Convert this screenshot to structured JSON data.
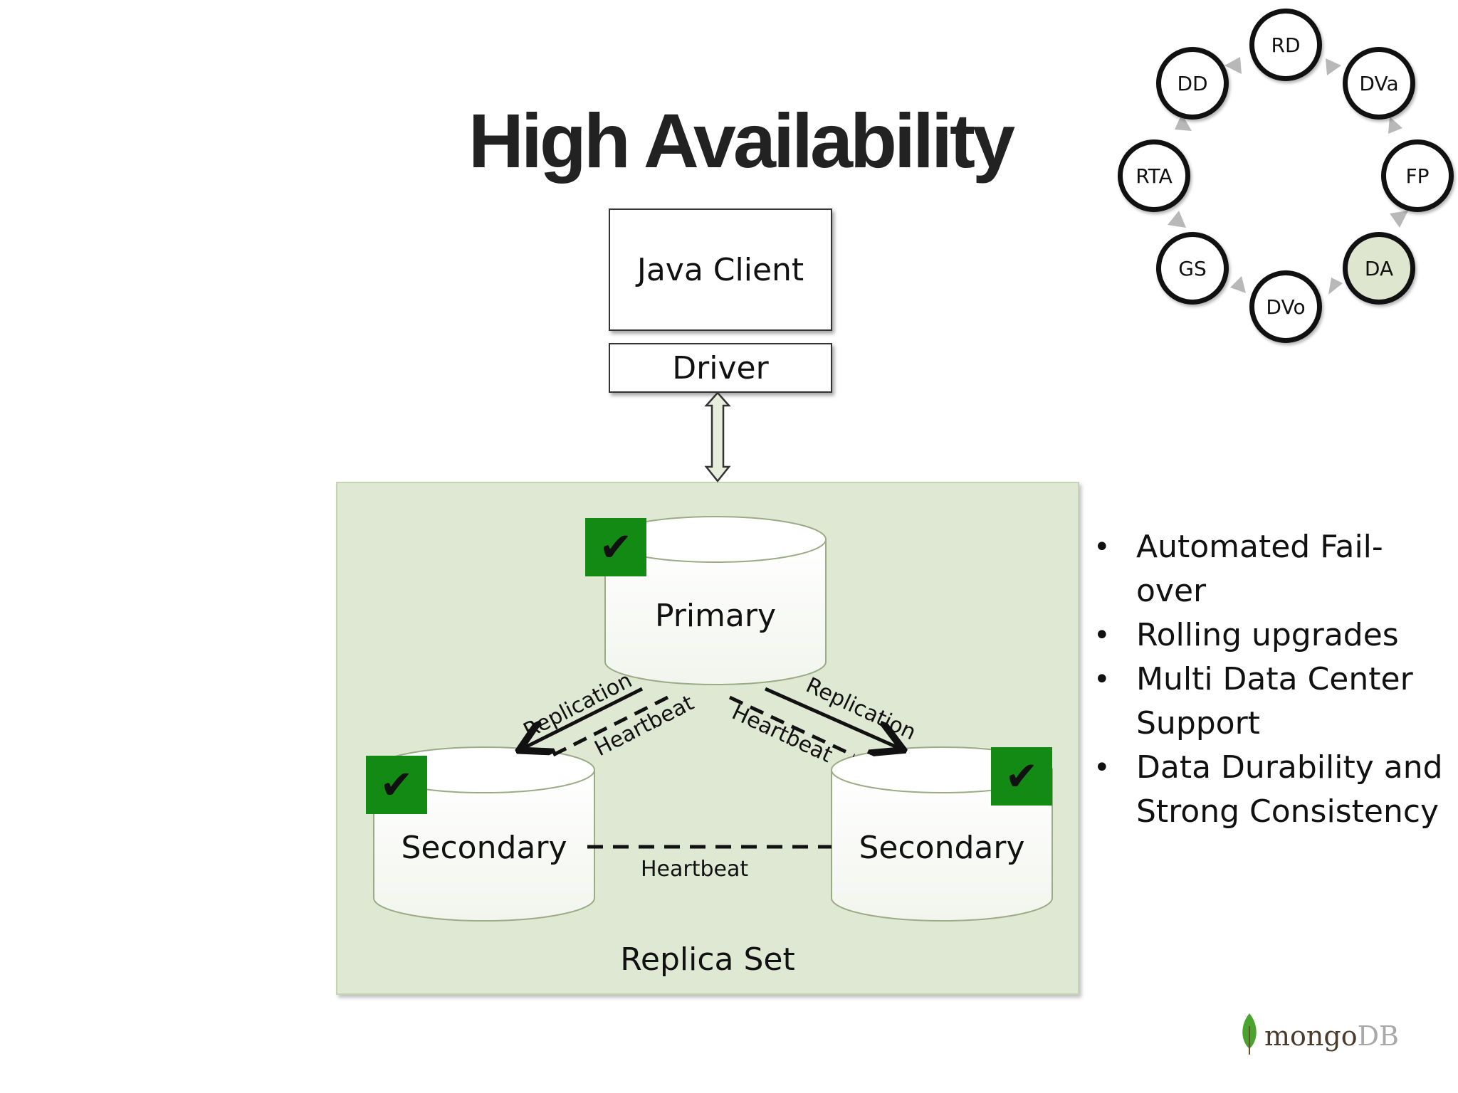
{
  "title": "High Availability",
  "client": {
    "java_client": "Java Client",
    "driver": "Driver"
  },
  "replica_set": {
    "label": "Replica Set",
    "primary": "Primary",
    "secondary_left": "Secondary",
    "secondary_right": "Secondary",
    "replication_left": "Replication",
    "replication_right": "Replication",
    "heartbeat_left": "Heartbeat",
    "heartbeat_right": "Heartbeat",
    "heartbeat_bottom": "Heartbeat",
    "check_mark": "✔"
  },
  "bullets": [
    "Automated Fail-over",
    "Rolling upgrades",
    "Multi Data Center Support",
    "Data Durability and Strong Consistency"
  ],
  "cycle": {
    "nodes": [
      "RD",
      "DVa",
      "FP",
      "DA",
      "DVo",
      "GS",
      "RTA",
      "DD"
    ],
    "active": "DA"
  },
  "logo": {
    "part1": "mongo",
    "part2": "DB"
  },
  "colors": {
    "replica_bg": "#dfe8d3",
    "check_green": "#138a13",
    "active_node": "#dfe6cf"
  }
}
